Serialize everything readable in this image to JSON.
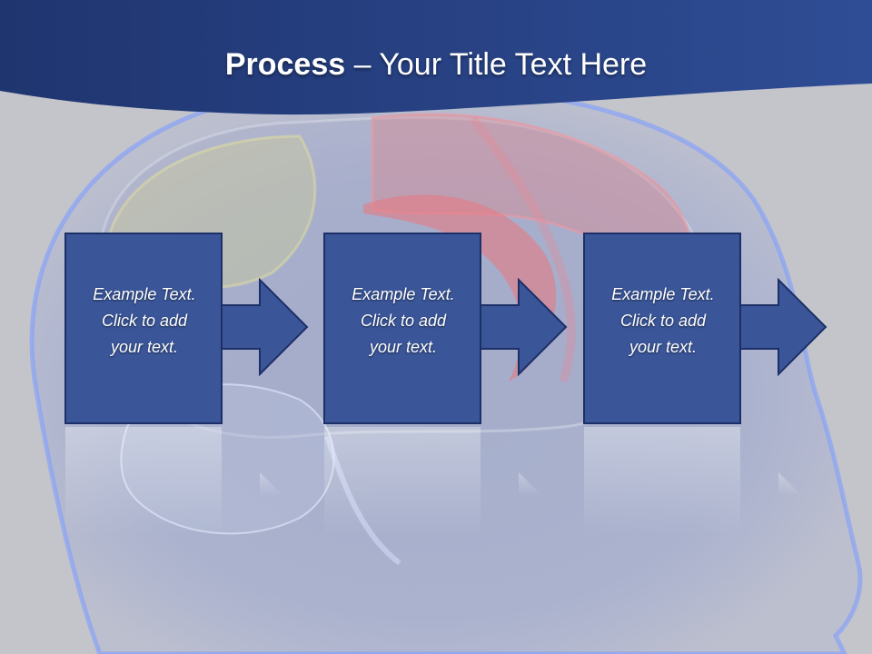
{
  "title": {
    "bold": "Process",
    "rest": " – Your Title Text Here"
  },
  "steps": [
    {
      "text": "Example Text.\nClick  to add\nyour text."
    },
    {
      "text": "Example Text.\nClick  to add\nyour text."
    },
    {
      "text": "Example Text.\nClick  to add\nyour text."
    }
  ],
  "colors": {
    "header_band": "#27407f",
    "box_fill": "#3a5699",
    "box_border": "#1c2f66",
    "background": "#c4c5cb"
  },
  "icons": [
    "brain-head-illustration",
    "arrow-right-icon"
  ]
}
